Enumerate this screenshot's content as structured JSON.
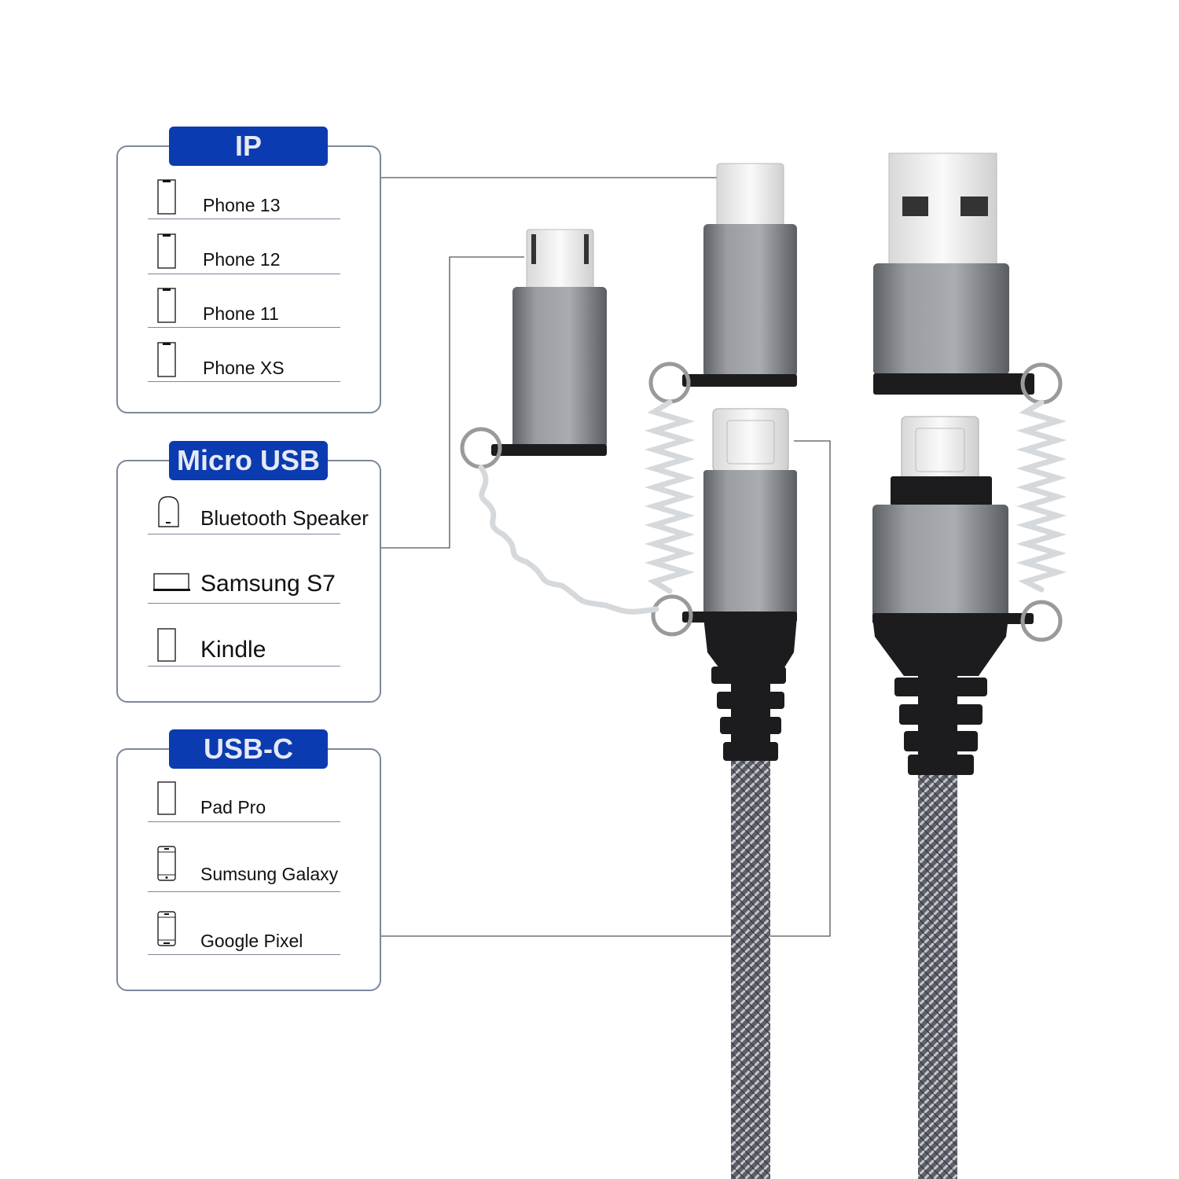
{
  "groups": [
    {
      "title": "IP",
      "items": [
        {
          "label": "Phone 13",
          "icon": "phone-notch-icon"
        },
        {
          "label": "Phone 12",
          "icon": "phone-notch-icon"
        },
        {
          "label": "Phone 11",
          "icon": "phone-notch-icon"
        },
        {
          "label": "Phone XS",
          "icon": "phone-notch-icon"
        }
      ]
    },
    {
      "title": "Micro USB",
      "items": [
        {
          "label": "Bluetooth Speaker",
          "icon": "speaker-icon"
        },
        {
          "label": "Samsung S7",
          "icon": "laptop-icon"
        },
        {
          "label": "Kindle",
          "icon": "tablet-icon"
        }
      ]
    },
    {
      "title": "USB-C",
      "items": [
        {
          "label": "Pad Pro",
          "icon": "tablet-icon"
        },
        {
          "label": "Sumsung Galaxy",
          "icon": "smartphone-icon"
        },
        {
          "label": "Google Pixel",
          "icon": "smartphone-icon"
        }
      ]
    }
  ],
  "colors": {
    "badge": "#0b3bb0",
    "panel_border": "#7d879c",
    "connector_metal": "#8e9196",
    "cable_braid": "#6b6e75"
  }
}
